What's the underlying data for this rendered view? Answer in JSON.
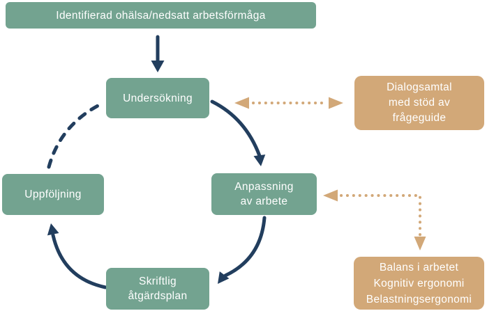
{
  "colors": {
    "node_green": "#73A390",
    "node_tan": "#D2A878",
    "arrow_navy": "#223E5E",
    "text": "#FFFFFF",
    "background": "#FFFFFF"
  },
  "nodes": {
    "identified": "Identifierad ohälsa/nedsatt arbetsförmåga",
    "undersokning": "Undersökning",
    "dialogsamtal": "Dialogsamtal\nmed stöd av\nfrågeguide",
    "anpassning": "Anpassning\nav arbete",
    "balans": "Balans i arbetet\nKognitiv ergonomi\nBelastningsergonomi",
    "skriftlig": "Skriftlig\nåtgärdsplan",
    "uppfoljning": "Uppföljning"
  },
  "connections": [
    {
      "from": "identified",
      "to": "undersokning",
      "style": "solid-arrow"
    },
    {
      "from": "undersokning",
      "to": "anpassning",
      "style": "solid-curved-arrow"
    },
    {
      "from": "anpassning",
      "to": "skriftlig",
      "style": "solid-curved-arrow"
    },
    {
      "from": "skriftlig",
      "to": "uppfoljning",
      "style": "solid-curved-arrow"
    },
    {
      "from": "uppfoljning",
      "to": "undersokning",
      "style": "dashed-curve"
    },
    {
      "from": "undersokning",
      "to": "dialogsamtal",
      "style": "dotted-double-headed"
    },
    {
      "from": "anpassning",
      "to": "balans",
      "style": "dotted-elbow-double-headed"
    }
  ]
}
